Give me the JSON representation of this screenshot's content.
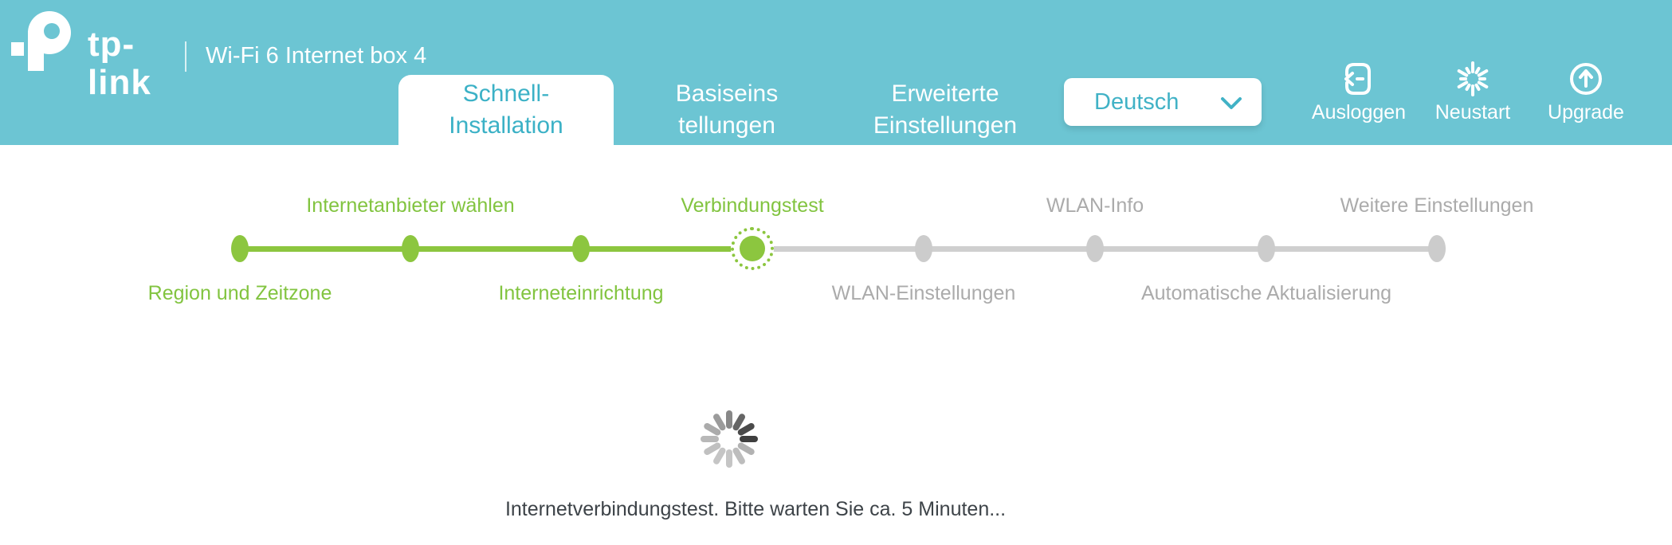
{
  "header": {
    "brand": "tp-link",
    "device_title": "Wi-Fi 6 Internet box 4",
    "tabs": [
      {
        "label_line1": "Schnell-",
        "label_line2": "Installation",
        "active": true
      },
      {
        "label_line1": "Basiseins",
        "label_line2": "tellungen",
        "active": false
      },
      {
        "label_line1": "Erweiterte",
        "label_line2": "Einstellungen",
        "active": false
      }
    ],
    "language_selector": {
      "value": "Deutsch",
      "icon": "chevron-down-icon"
    },
    "actions": [
      {
        "label": "Ausloggen",
        "icon": "logout-icon"
      },
      {
        "label": "Neustart",
        "icon": "restart-icon"
      },
      {
        "label": "Upgrade",
        "icon": "upgrade-icon"
      }
    ]
  },
  "wizard": {
    "steps": [
      {
        "label": "Region und Zeitzone",
        "state": "done"
      },
      {
        "label": "Internetanbieter wählen",
        "state": "done"
      },
      {
        "label": "Interneteinrichtung",
        "state": "done"
      },
      {
        "label": "Verbindungstest",
        "state": "current"
      },
      {
        "label": "WLAN-Einstellungen",
        "state": "pending"
      },
      {
        "label": "WLAN-Info",
        "state": "pending"
      },
      {
        "label": "Automatische Aktualisierung",
        "state": "pending"
      },
      {
        "label": "Weitere Einstellungen",
        "state": "pending"
      }
    ]
  },
  "main": {
    "loading_message": "Internetverbindungstest. Bitte warten Sie ca. 5 Minuten...",
    "spinner": "loading-spinner-icon"
  },
  "colors": {
    "header_teal": "#6CC5D3",
    "accent_teal": "#3BB1C6",
    "progress_green": "#8CC63F",
    "pending_gray": "#CCCCCC",
    "label_gray": "#ABABAB",
    "text_dark": "#3D4348"
  }
}
